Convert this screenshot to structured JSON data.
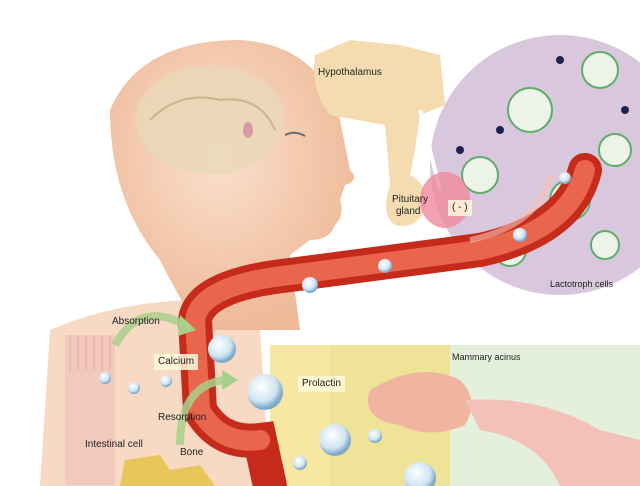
{
  "labels": {
    "hypothalamus": "Hypothalamus",
    "pituitary_line1": "Pituitary",
    "pituitary_line2": "gland",
    "inhibition": "( - )",
    "lactotroph": "Lactotroph cells",
    "mammary": "Mammary acinus",
    "absorption": "Absorption",
    "calcium": "Calcium",
    "prolactin": "Prolactin",
    "resorption": "Resorption",
    "bone": "Bone",
    "intestinal": "Intestinal cell"
  },
  "colors": {
    "skin": "#f6cfb5",
    "vessel": "#d8301f",
    "vessel_inner": "#f1a186",
    "lactotroph_bg": "#d9c7dd",
    "mammary_bg": "#e4f0dc",
    "arrow": "#a9d08a",
    "hypothalamus": "#f5dcb0"
  }
}
